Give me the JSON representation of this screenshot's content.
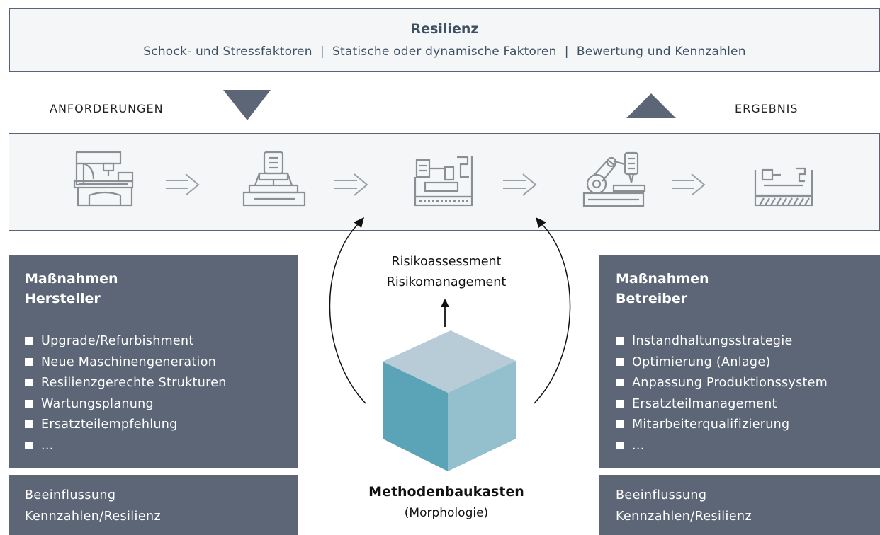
{
  "header": {
    "title": "Resilienz",
    "subtitle": "Schock- und Stressfaktoren  |  Statische oder dynamische Faktoren  |  Bewertung und Kennzahlen"
  },
  "labels": {
    "left": "ANFORDERUNGEN",
    "right": "ERGEBNIS"
  },
  "machines": [
    "press-machine-icon",
    "milling-head-icon",
    "lathe-icon",
    "robot-arm-icon",
    "machine-bed-icon"
  ],
  "center": {
    "risk_line1": "Risikoassessment",
    "risk_line2": "Risikomanagement",
    "toolkit_title": "Methodenbaukasten",
    "toolkit_sub": "(Morphologie)"
  },
  "left_panel": {
    "title_line1": "Maßnahmen",
    "title_line2": "Hersteller",
    "items": [
      "Upgrade/Refurbishment",
      "Neue Maschinengeneration",
      "Resilienzgerechte Strukturen",
      "Wartungsplanung",
      "Ersatzteilempfehlung",
      "..."
    ],
    "footer_line1": "Beeinflussung",
    "footer_line2": "Kennzahlen/Resilienz"
  },
  "right_panel": {
    "title_line1": "Maßnahmen",
    "title_line2": "Betreiber",
    "items": [
      "Instandhaltungsstrategie",
      "Optimierung (Anlage)",
      "Anpassung Produktionssystem",
      "Ersatzteilmanagement",
      "Mitarbeiterqualifizierung",
      "..."
    ],
    "footer_line1": "Beeinflussung",
    "footer_line2": "Kennzahlen/Resilienz"
  },
  "colors": {
    "panel": "#5c6677",
    "arrow": "#5c6677",
    "cube_top": "#b8ccd7",
    "cube_left": "#5ba3b7",
    "cube_right": "#94bfcc"
  }
}
